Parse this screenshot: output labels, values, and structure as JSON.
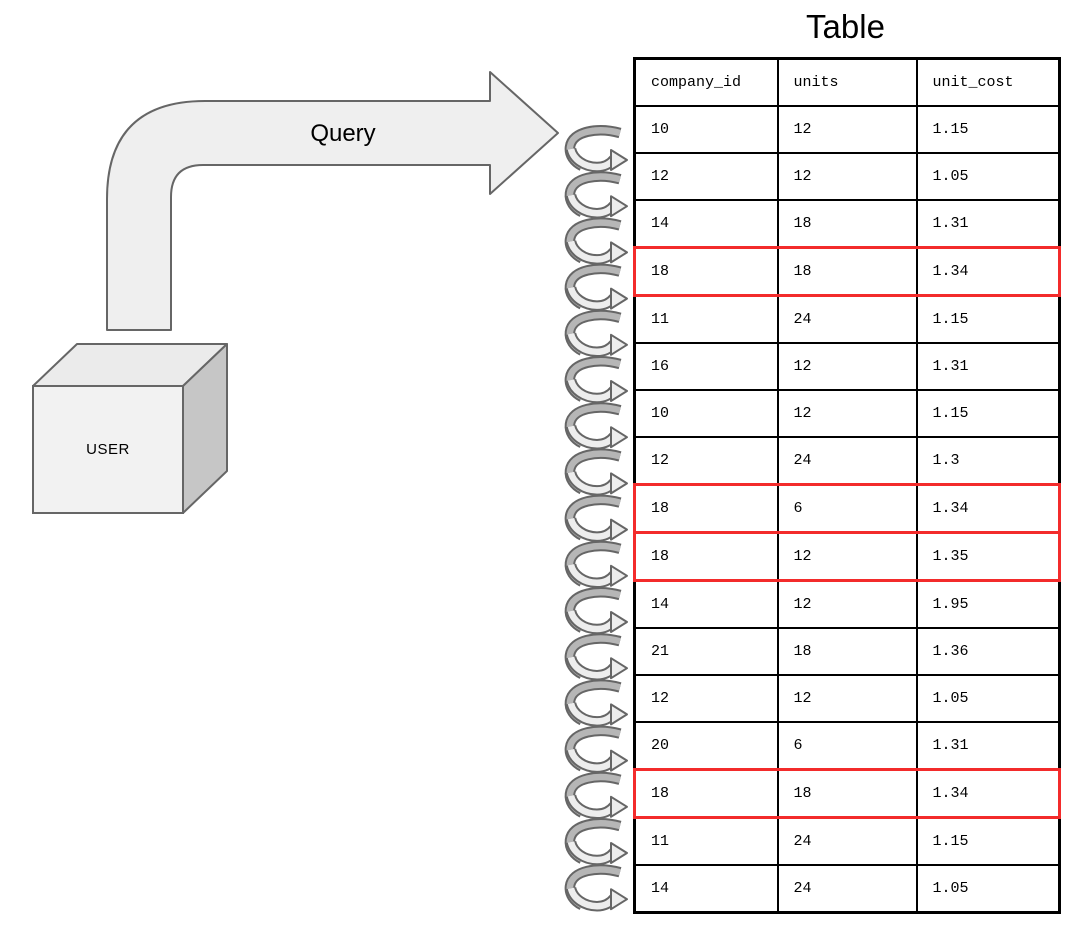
{
  "title": "Table",
  "query_arrow": {
    "label": "Query"
  },
  "user_box": {
    "label": "USER"
  },
  "loop_arrows": {
    "count": 17,
    "direction": "right"
  },
  "colors": {
    "highlight_red": "#f32b2b",
    "shape_fill_light": "#efefef",
    "shape_fill_dark": "#b6b6b6",
    "shape_outline": "#666666",
    "table_border": "#000000"
  },
  "table": {
    "columns": [
      "company_id",
      "units",
      "unit_cost"
    ],
    "rows": [
      {
        "company_id": "10",
        "units": "12",
        "unit_cost": "1.15",
        "highlighted": false
      },
      {
        "company_id": "12",
        "units": "12",
        "unit_cost": "1.05",
        "highlighted": false
      },
      {
        "company_id": "14",
        "units": "18",
        "unit_cost": "1.31",
        "highlighted": false
      },
      {
        "company_id": "18",
        "units": "18",
        "unit_cost": "1.34",
        "highlighted": true
      },
      {
        "company_id": "11",
        "units": "24",
        "unit_cost": "1.15",
        "highlighted": false
      },
      {
        "company_id": "16",
        "units": "12",
        "unit_cost": "1.31",
        "highlighted": false
      },
      {
        "company_id": "10",
        "units": "12",
        "unit_cost": "1.15",
        "highlighted": false
      },
      {
        "company_id": "12",
        "units": "24",
        "unit_cost": "1.3",
        "highlighted": false
      },
      {
        "company_id": "18",
        "units": "6",
        "unit_cost": "1.34",
        "highlighted": true
      },
      {
        "company_id": "18",
        "units": "12",
        "unit_cost": "1.35",
        "highlighted": true
      },
      {
        "company_id": "14",
        "units": "12",
        "unit_cost": "1.95",
        "highlighted": false
      },
      {
        "company_id": "21",
        "units": "18",
        "unit_cost": "1.36",
        "highlighted": false
      },
      {
        "company_id": "12",
        "units": "12",
        "unit_cost": "1.05",
        "highlighted": false
      },
      {
        "company_id": "20",
        "units": "6",
        "unit_cost": "1.31",
        "highlighted": false
      },
      {
        "company_id": "18",
        "units": "18",
        "unit_cost": "1.34",
        "highlighted": true
      },
      {
        "company_id": "11",
        "units": "24",
        "unit_cost": "1.15",
        "highlighted": false
      },
      {
        "company_id": "14",
        "units": "24",
        "unit_cost": "1.05",
        "highlighted": false
      }
    ]
  }
}
